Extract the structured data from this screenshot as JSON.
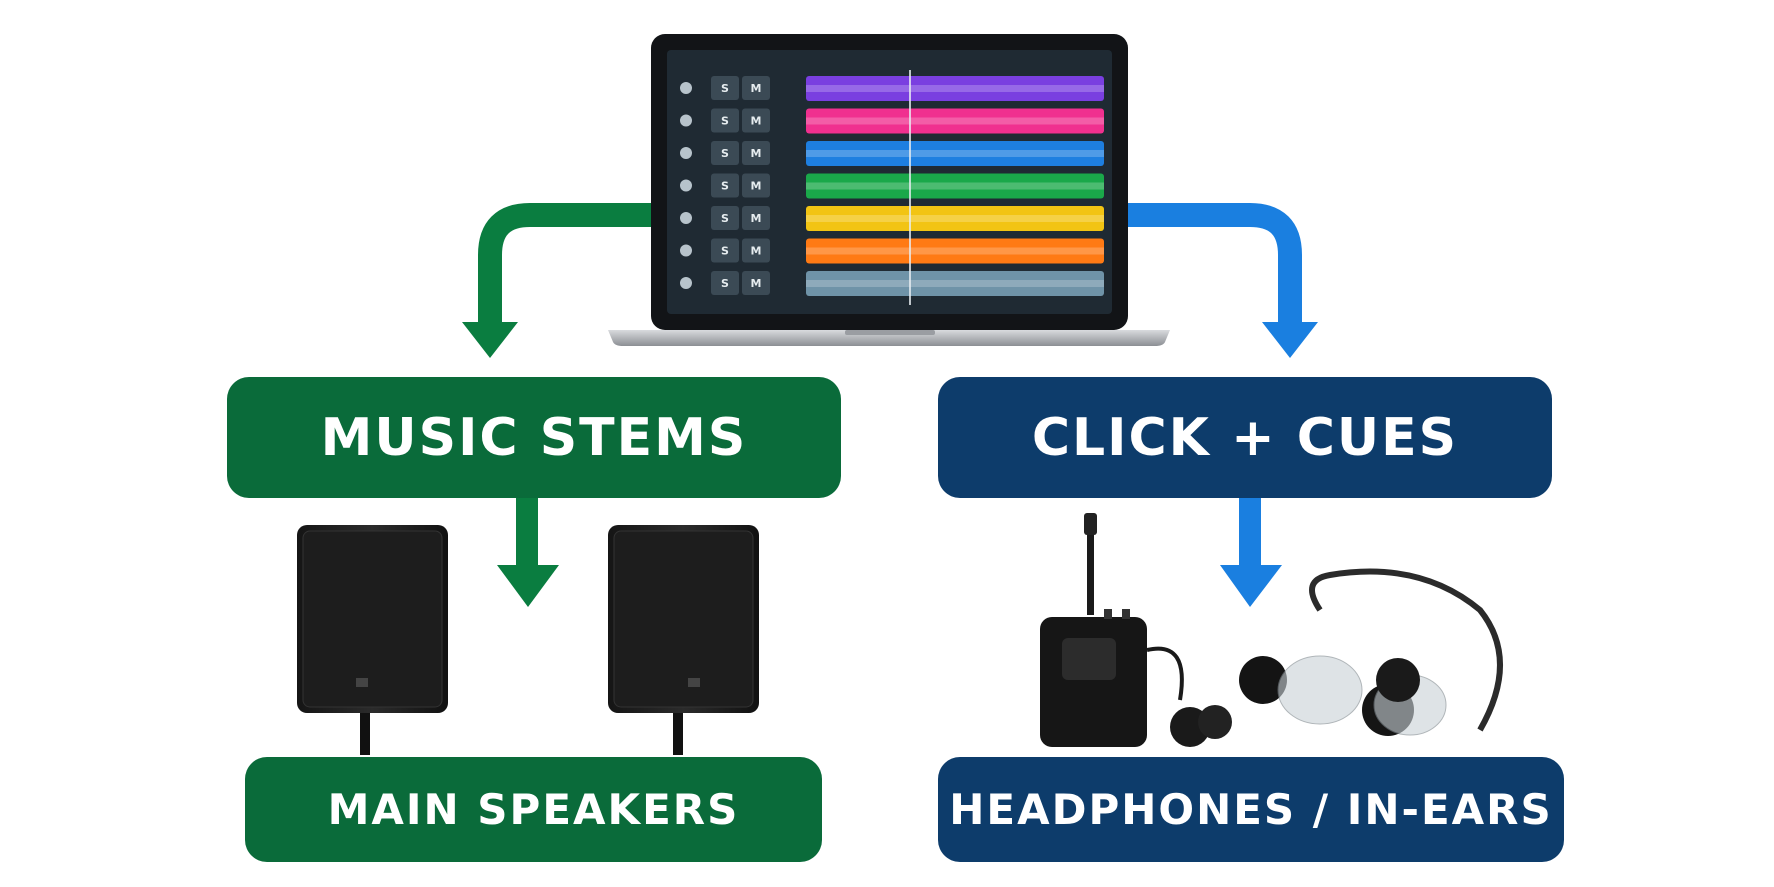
{
  "colors": {
    "green": "#0a6b3a",
    "blue": "#0d3c6b",
    "green_arrow": "#0a7d40",
    "blue_arrow": "#1a7fe0",
    "screen_bg": "#1f2a33",
    "button_bg": "#3b4a55",
    "tracks": [
      "#7a3fe0",
      "#f0308f",
      "#1e7fe0",
      "#1aa84a",
      "#f2c413",
      "#ff7a14",
      "#6f93a8"
    ]
  },
  "laptop": {
    "solo_label": "S",
    "mute_label": "M"
  },
  "boxes": {
    "music_stems": "MUSIC STEMS",
    "click_cues": "CLICK + CUES",
    "main_speakers": "MAIN SPEAKERS",
    "headphones": "HEADPHONES / IN-EARS"
  },
  "icons": {
    "computer": "laptop-daw-icon",
    "speaker": "speaker-icon",
    "iem": "in-ear-monitor-icon",
    "bodypack": "bodypack-receiver-icon"
  }
}
